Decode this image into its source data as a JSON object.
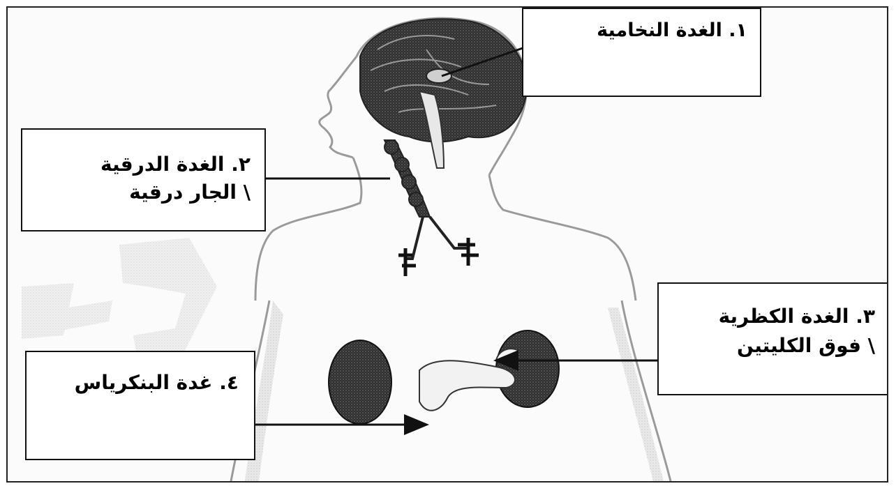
{
  "diagram": {
    "labels": {
      "pituitary": {
        "line1": "١. الغدة النخامية"
      },
      "thyroid": {
        "line1": "٢. الغدة الدرقية",
        "line2": "\\ الجار درقية"
      },
      "adrenal": {
        "line1": "٣. الغدة الكظرية",
        "line2": "\\ فوق الكليتين"
      },
      "pancreas": {
        "line1": "٤. غدة البنكرياس"
      }
    },
    "colors": {
      "border": "#111111",
      "organ_dark": "#3a3a3a",
      "body_outline": "#9a9a9a",
      "label_bg": "#ffffff"
    },
    "icons": [
      "brain-icon",
      "thyroid-gland-icon",
      "kidney-icon",
      "pancreas-icon"
    ]
  }
}
